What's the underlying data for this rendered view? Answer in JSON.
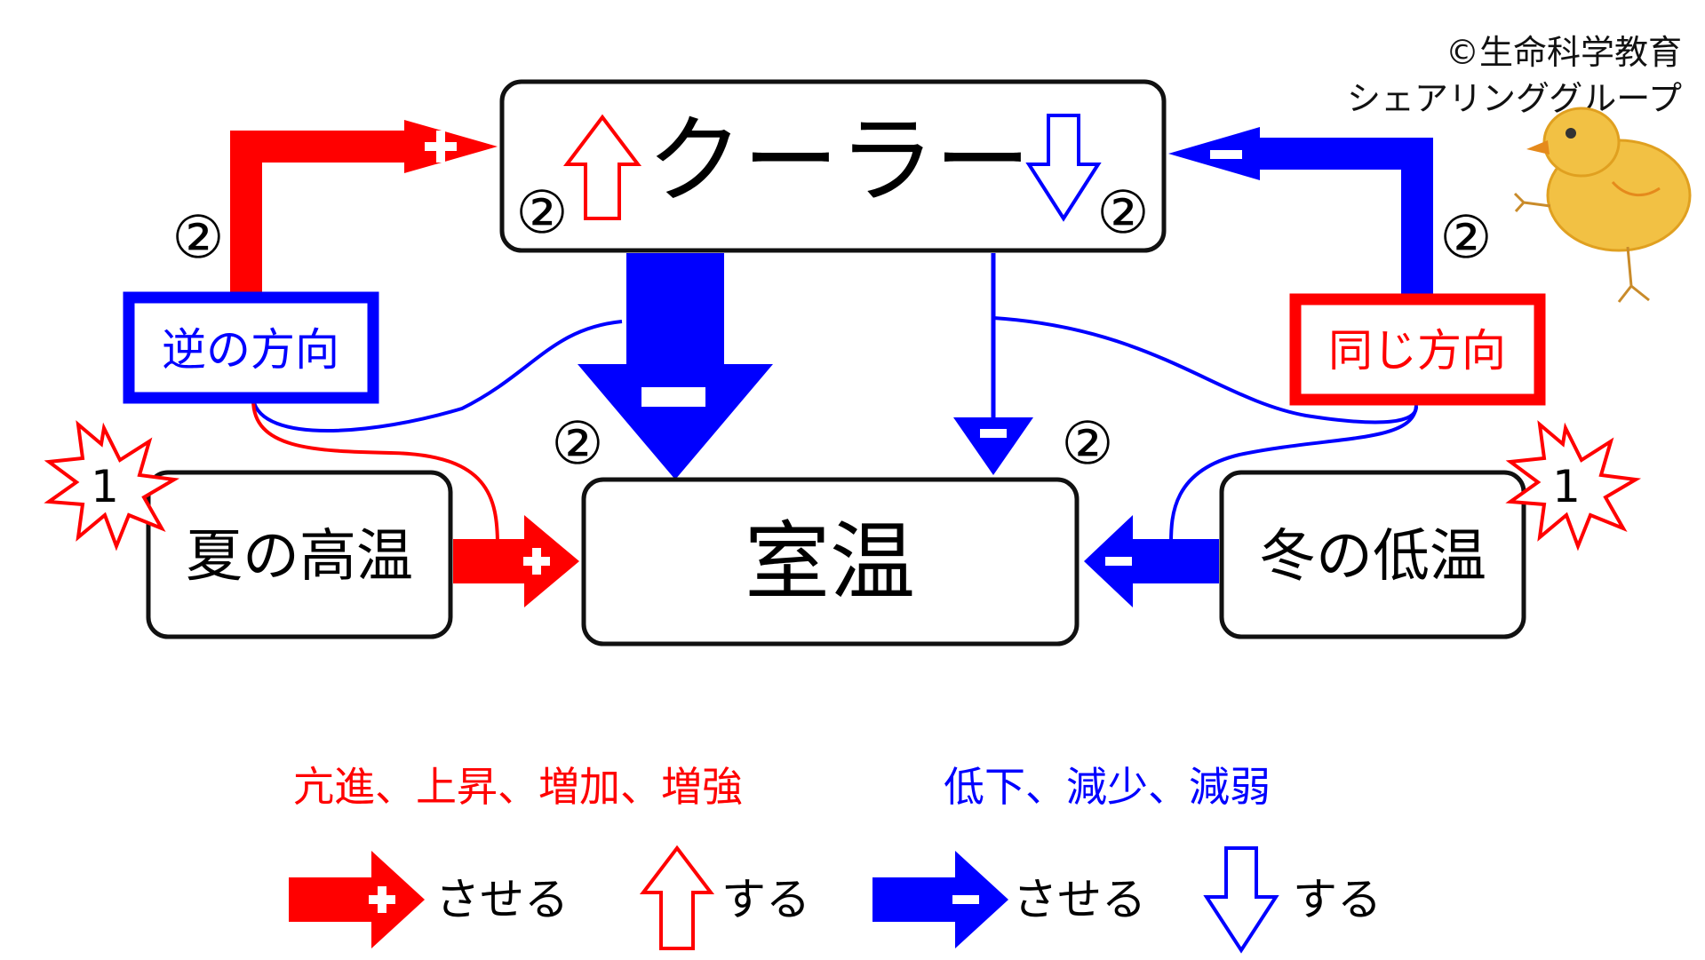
{
  "credit": {
    "line1": "©生命科学教育",
    "line2": "シェアリンググループ"
  },
  "nodes": {
    "cooler": "クーラー",
    "room_temp": "室温",
    "summer_heat": "夏の高温",
    "winter_cold": "冬の低温",
    "opposite_dir": "逆の方向",
    "same_dir": "同じ方向"
  },
  "markers": {
    "step1": "1",
    "step2": "②"
  },
  "signs": {
    "plus": "+",
    "minus": "−"
  },
  "legend": {
    "increase_terms": "亢進、上昇、増加、増強",
    "decrease_terms": "低下、減少、減弱",
    "cause_increase": "させる",
    "itself_increase": "する",
    "cause_decrease": "させる",
    "itself_decrease": "する"
  },
  "colors": {
    "increase": "#ff0000",
    "decrease": "#0000ff",
    "text": "#000000",
    "outline": "#111111"
  }
}
